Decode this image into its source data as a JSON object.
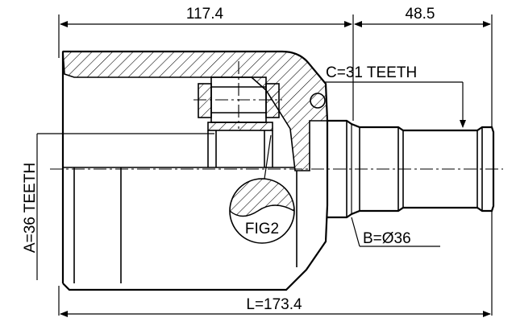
{
  "drawing": {
    "dim_top_left": "117.4",
    "dim_top_right": "48.5",
    "label_c": "C=31 TEETH",
    "label_a": "A=36 TEETH",
    "label_b": "B=Ø36",
    "label_l": "L=173.4",
    "label_fig": "FIG2"
  }
}
